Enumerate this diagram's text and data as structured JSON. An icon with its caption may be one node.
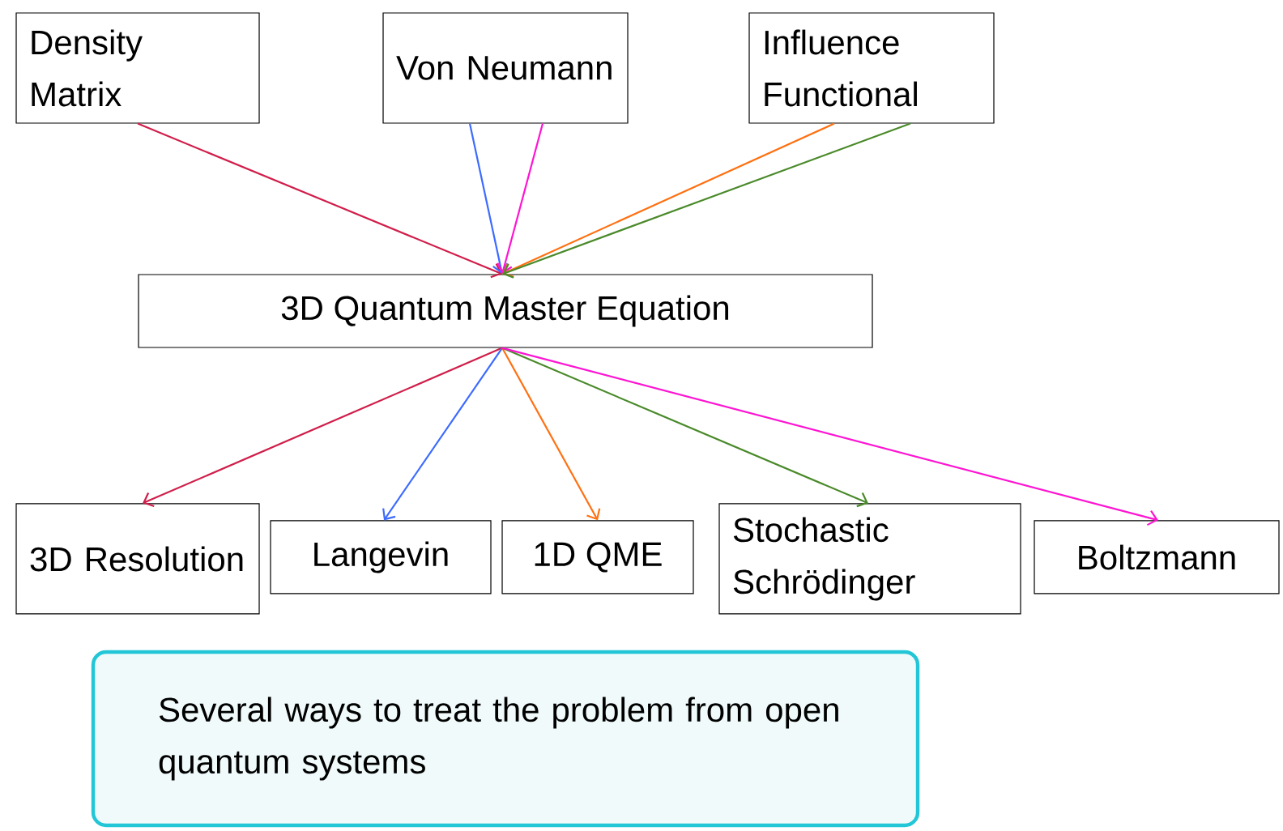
{
  "diagram": {
    "nodes": [
      {
        "text": [
          "Density Matrix"
        ]
      },
      {
        "text": [
          "Von Neumann"
        ]
      },
      {
        "text": [
          "Influence Functional"
        ]
      },
      {
        "text": [
          "3D Quantum Master Equation"
        ]
      },
      {
        "text": [
          "3D Resolution"
        ]
      },
      {
        "text": [
          "Langevin"
        ]
      },
      {
        "text": [
          "1D QME"
        ]
      },
      {
        "text": [
          "Stochastic Schrödinger"
        ]
      },
      {
        "text": [
          "Boltzmann"
        ]
      },
      {
        "text": [
          "Several ways to treat the problem from open quantum systems"
        ]
      }
    ],
    "edges": [
      {
        "from": 0,
        "to": 3,
        "arrow": "to",
        "color": "#d01e4a"
      },
      {
        "from": 1,
        "to": 3,
        "arrow": "to",
        "color": "#3d6bff"
      },
      {
        "from": 1,
        "to": 3,
        "arrow": "to",
        "color": "#ff14d2"
      },
      {
        "from": 2,
        "to": 3,
        "arrow": "to",
        "color": "#ff7010"
      },
      {
        "from": 2,
        "to": 3,
        "arrow": "to",
        "color": "#4a8a2a"
      },
      {
        "from": 3,
        "to": 4,
        "arrow": "to",
        "color": "#d01e4a"
      },
      {
        "from": 3,
        "to": 5,
        "arrow": "to",
        "color": "#3d6bff"
      },
      {
        "from": 3,
        "to": 6,
        "arrow": "to",
        "color": "#ff7010"
      },
      {
        "from": 3,
        "to": 7,
        "arrow": "to",
        "color": "#4a8a2a"
      },
      {
        "from": 3,
        "to": 8,
        "arrow": "to",
        "color": "#ff14d2"
      }
    ]
  }
}
